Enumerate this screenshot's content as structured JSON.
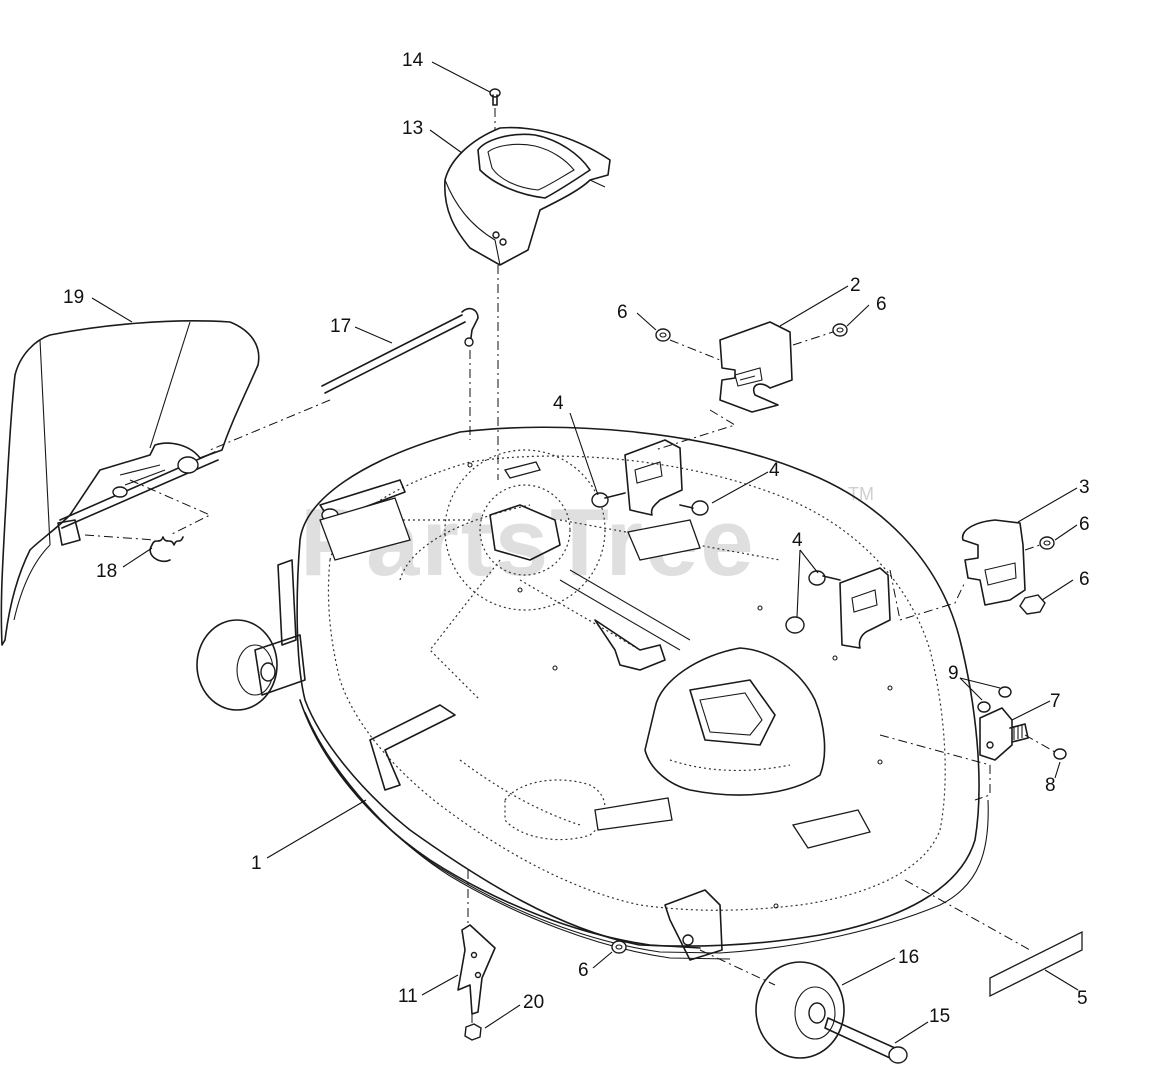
{
  "watermark": {
    "brand": "PartsTree",
    "trademark": "TM"
  },
  "callouts": [
    {
      "id": "c14",
      "label": "14"
    },
    {
      "id": "c13",
      "label": "13"
    },
    {
      "id": "c19",
      "label": "19"
    },
    {
      "id": "c17",
      "label": "17"
    },
    {
      "id": "c2",
      "label": "2"
    },
    {
      "id": "c6a",
      "label": "6"
    },
    {
      "id": "c6b",
      "label": "6"
    },
    {
      "id": "c4a",
      "label": "4"
    },
    {
      "id": "c4b",
      "label": "4"
    },
    {
      "id": "c3",
      "label": "3"
    },
    {
      "id": "c6c",
      "label": "6"
    },
    {
      "id": "c4c",
      "label": "4"
    },
    {
      "id": "c6d",
      "label": "6"
    },
    {
      "id": "c18",
      "label": "18"
    },
    {
      "id": "c9",
      "label": "9"
    },
    {
      "id": "c7",
      "label": "7"
    },
    {
      "id": "c8",
      "label": "8"
    },
    {
      "id": "c1",
      "label": "1"
    },
    {
      "id": "c16",
      "label": "16"
    },
    {
      "id": "c6e",
      "label": "6"
    },
    {
      "id": "c5",
      "label": "5"
    },
    {
      "id": "c11",
      "label": "11"
    },
    {
      "id": "c20",
      "label": "20"
    },
    {
      "id": "c15",
      "label": "15"
    }
  ]
}
